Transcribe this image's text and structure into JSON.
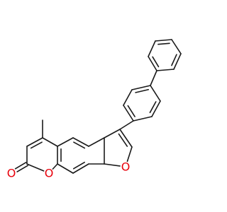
{
  "molecule": {
    "bond_color": "#1a1a1a",
    "oxygen_color": "#e8000b",
    "atoms": {
      "carbonyl_oxygen": "O",
      "pyranone_ring_oxygen": "O",
      "furan_ring_oxygen": "O"
    },
    "groups": {
      "methyl_substituent": "methyl",
      "biphenyl_substituent": "biphenyl-4-yl"
    }
  }
}
